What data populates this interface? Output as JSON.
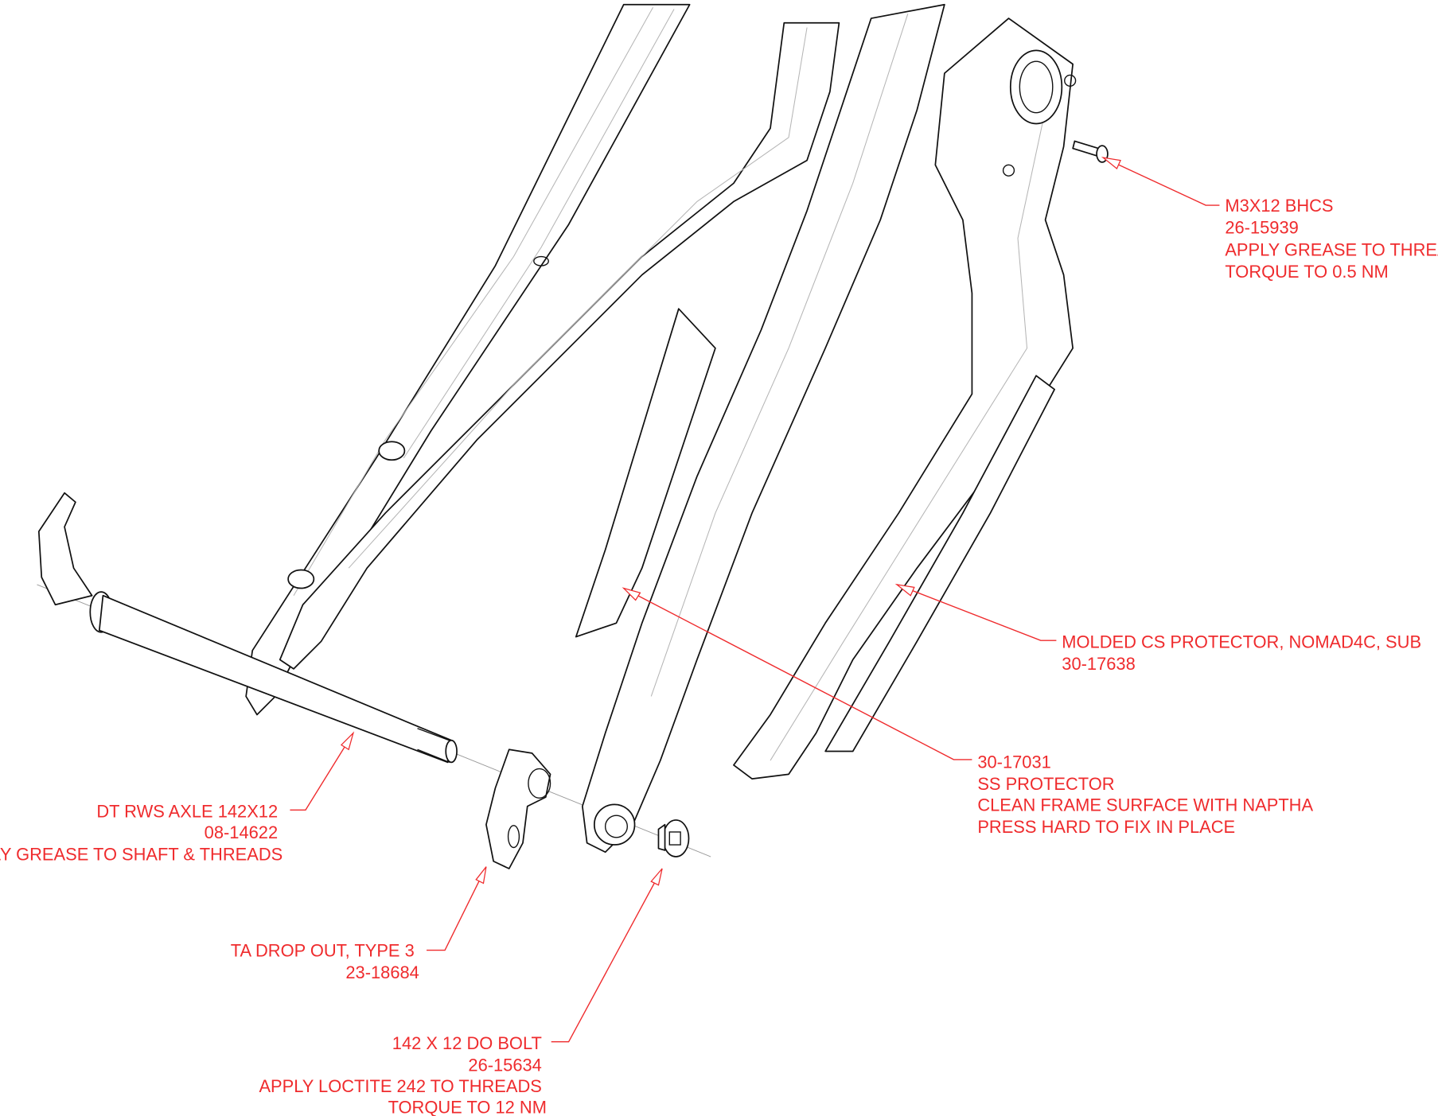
{
  "colors": {
    "annotation": "#ef2b2d",
    "linework": "#111111"
  },
  "callouts": {
    "bhcs": {
      "lines": [
        "M3X12 BHCS",
        "26-15939",
        "APPLY GREASE TO THREADS",
        "TORQUE TO 0.5 NM"
      ]
    },
    "cs_protector": {
      "lines": [
        "MOLDED CS PROTECTOR, NOMAD4C, SUB",
        "30-17638"
      ]
    },
    "ss_protector": {
      "lines": [
        "30-17031",
        "SS PROTECTOR",
        "CLEAN FRAME SURFACE WITH NAPTHA",
        "PRESS HARD TO FIX IN PLACE"
      ]
    },
    "axle": {
      "lines": [
        "DT RWS AXLE 142X12",
        "08-14622",
        "APPLY GREASE TO SHAFT & THREADS"
      ]
    },
    "dropout": {
      "lines": [
        "TA DROP OUT, TYPE 3",
        "23-18684"
      ]
    },
    "do_bolt": {
      "lines": [
        "142 X 12 DO BOLT",
        "26-15634",
        "APPLY LOCTITE 242 TO THREADS",
        "TORQUE TO 12 NM"
      ]
    }
  }
}
